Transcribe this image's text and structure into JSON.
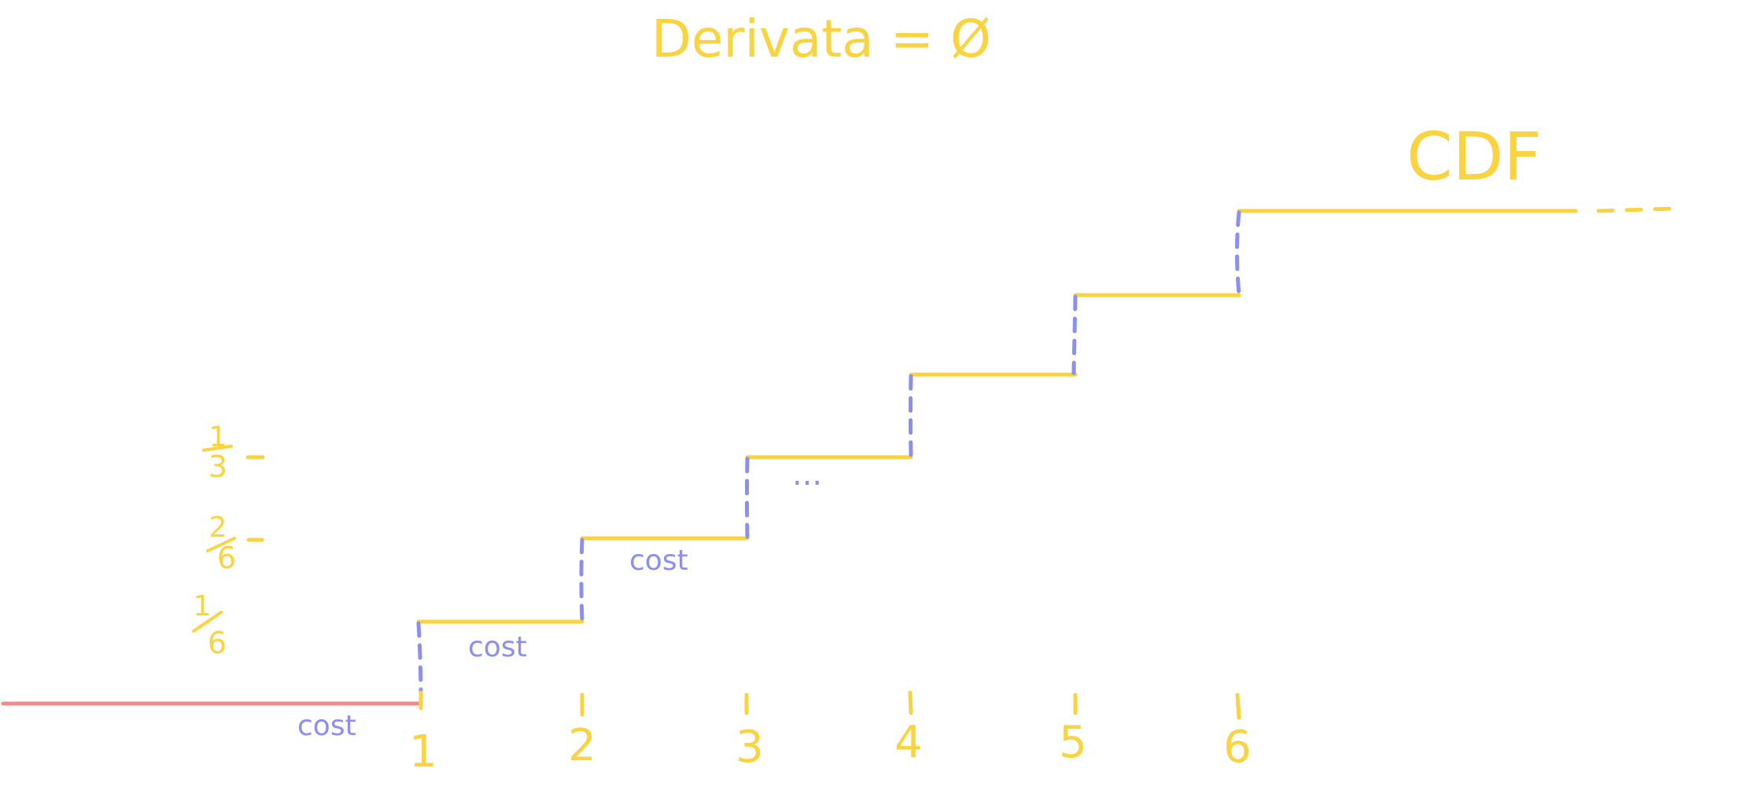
{
  "title": "Derivata = Ø",
  "cdf_label": "CDF",
  "x_ticks": [
    "1",
    "2",
    "3",
    "4",
    "5",
    "6"
  ],
  "y_ticks": {
    "one_third": {
      "num": "1",
      "den": "3"
    },
    "two_sixths": {
      "num": "2",
      "den": "6"
    },
    "one_sixth": {
      "num": "1",
      "den": "6"
    }
  },
  "annotations": {
    "cost_left": "cost",
    "cost_first_step": "cost",
    "cost_second_step": "cost",
    "ellipsis": "..."
  },
  "colors": {
    "cdf": "#fad440",
    "jump": "#8c8ff0",
    "zero_line": "#f08c8c",
    "background": "#ffffff"
  }
}
